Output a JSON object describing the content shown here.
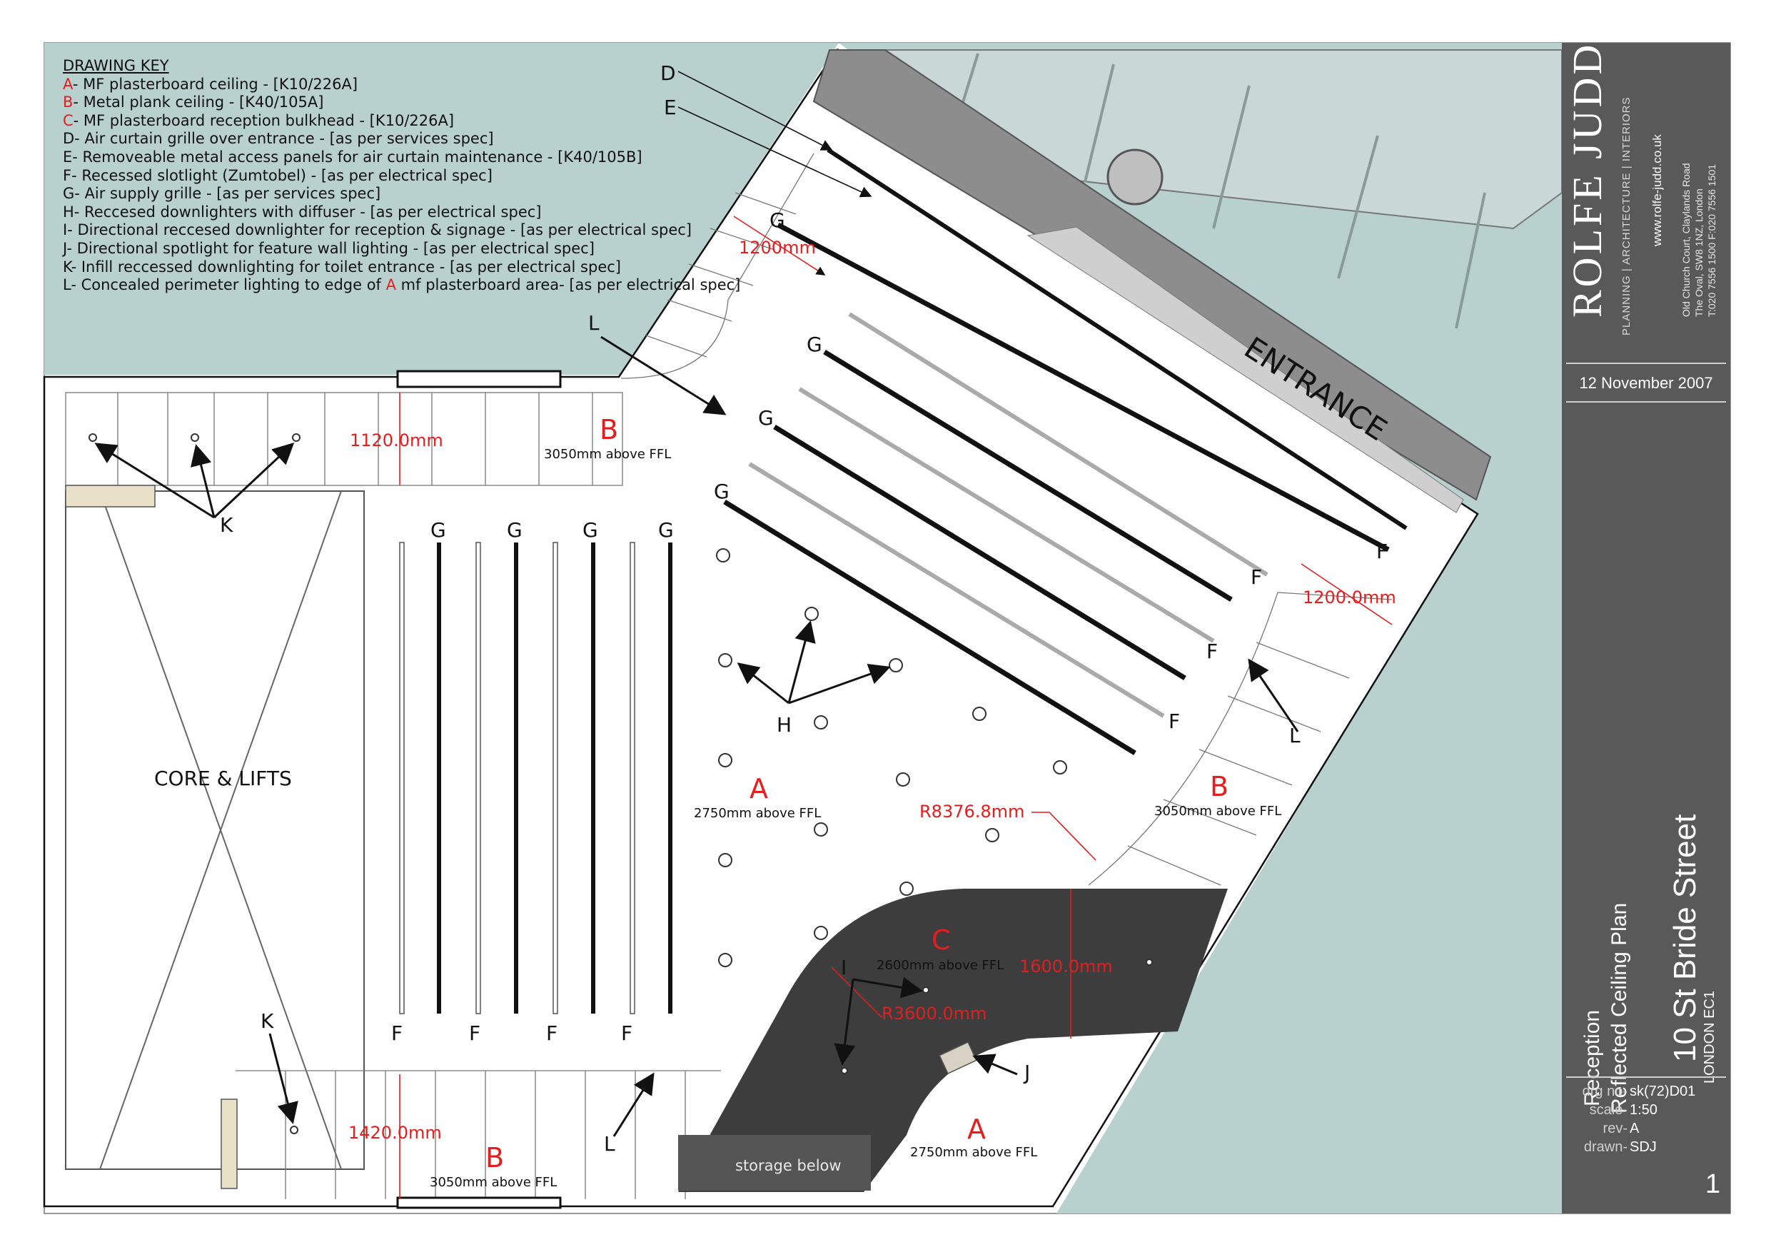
{
  "key": {
    "title": "DRAWING KEY",
    "items": [
      {
        "code": "A",
        "red": true,
        "text": "- MF plasterboard ceiling - [K10/226A]"
      },
      {
        "code": "B",
        "red": true,
        "text": "- Metal plank ceiling - [K40/105A]"
      },
      {
        "code": "C",
        "red": true,
        "text": "- MF plasterboard reception bulkhead - [K10/226A]"
      },
      {
        "code": "D",
        "red": false,
        "text": "- Air curtain grille over entrance - [as per services spec]"
      },
      {
        "code": "E",
        "red": false,
        "text": "- Removeable metal access panels for air curtain maintenance - [K40/105B]"
      },
      {
        "code": "F",
        "red": false,
        "text": "- Recessed slotlight (Zumtobel) - [as per electrical spec]"
      },
      {
        "code": "G",
        "red": false,
        "text": "- Air supply grille - [as per services spec]"
      },
      {
        "code": "H",
        "red": false,
        "text": "- Reccesed downlighters with diffuser - [as per electrical spec]"
      },
      {
        "code": "I",
        "red": false,
        "text": "- Directional reccesed downlighter for reception & signage - [as per electrical spec]"
      },
      {
        "code": "J",
        "red": false,
        "text": "- Directional spotlight for feature wall lighting - [as per electrical spec]"
      },
      {
        "code": "K",
        "red": false,
        "text": "- Infill reccessed downlighting for toilet entrance - [as per electrical spec]"
      },
      {
        "code": "L",
        "red": false,
        "text": "- Concealed perimeter lighting to edge of ",
        "inline_code": "A",
        "tail": " mf plasterboard area- [as per electrical spec]"
      }
    ]
  },
  "plan": {
    "entrance": "ENTRANCE",
    "core": "CORE & LIFTS",
    "storage": "storage below",
    "zones": [
      {
        "letter": "A",
        "level": "2750mm above FFL"
      },
      {
        "letter": "A",
        "level": "2750mm above FFL"
      },
      {
        "letter": "B",
        "level": "3050mm above FFL"
      },
      {
        "letter": "B",
        "level": "3050mm above FFL"
      },
      {
        "letter": "B",
        "level": "3050mm above FFL"
      },
      {
        "letter": "C",
        "level": "2600mm above FFL"
      }
    ],
    "dims": [
      "1200mm",
      "1120.0mm",
      "1200.0mm",
      "1420.0mm",
      "R8376.8mm",
      "1600.0mm",
      "R3600.0mm"
    ],
    "callouts": {
      "D": "D",
      "E": "E",
      "F": "F",
      "G": "G",
      "H": "H",
      "I": "I",
      "J": "J",
      "K": "K",
      "L": "L"
    }
  },
  "title_block": {
    "brand": "ROLFE JUDD",
    "tagline": "PLANNING | ARCHITECTURE | INTERIORS",
    "website": "www.rolfe-judd.co.uk",
    "address": [
      "Old Church Court, Claylands Road",
      "The Oval, SW8 1NZ, London",
      "T:020 7556 1500  F:020 7556 1501"
    ],
    "date": "12 November 2007",
    "drawing_title": [
      "Reception",
      "Reflected Ceiling Plan"
    ],
    "project": "10 St Bride Street",
    "location": "LONDON EC1",
    "meta": [
      {
        "label": "drg no-",
        "value": "sk(72)D01"
      },
      {
        "label": "scale-",
        "value": "1:50"
      },
      {
        "label": "rev-",
        "value": "A"
      },
      {
        "label": "drawn-",
        "value": "SDJ"
      }
    ],
    "sheet": "1"
  },
  "colors": {
    "site": "#b9d1ce",
    "red": "#e41e1e",
    "title_block": "#595959",
    "bulkhead": "#3d3d3d"
  }
}
